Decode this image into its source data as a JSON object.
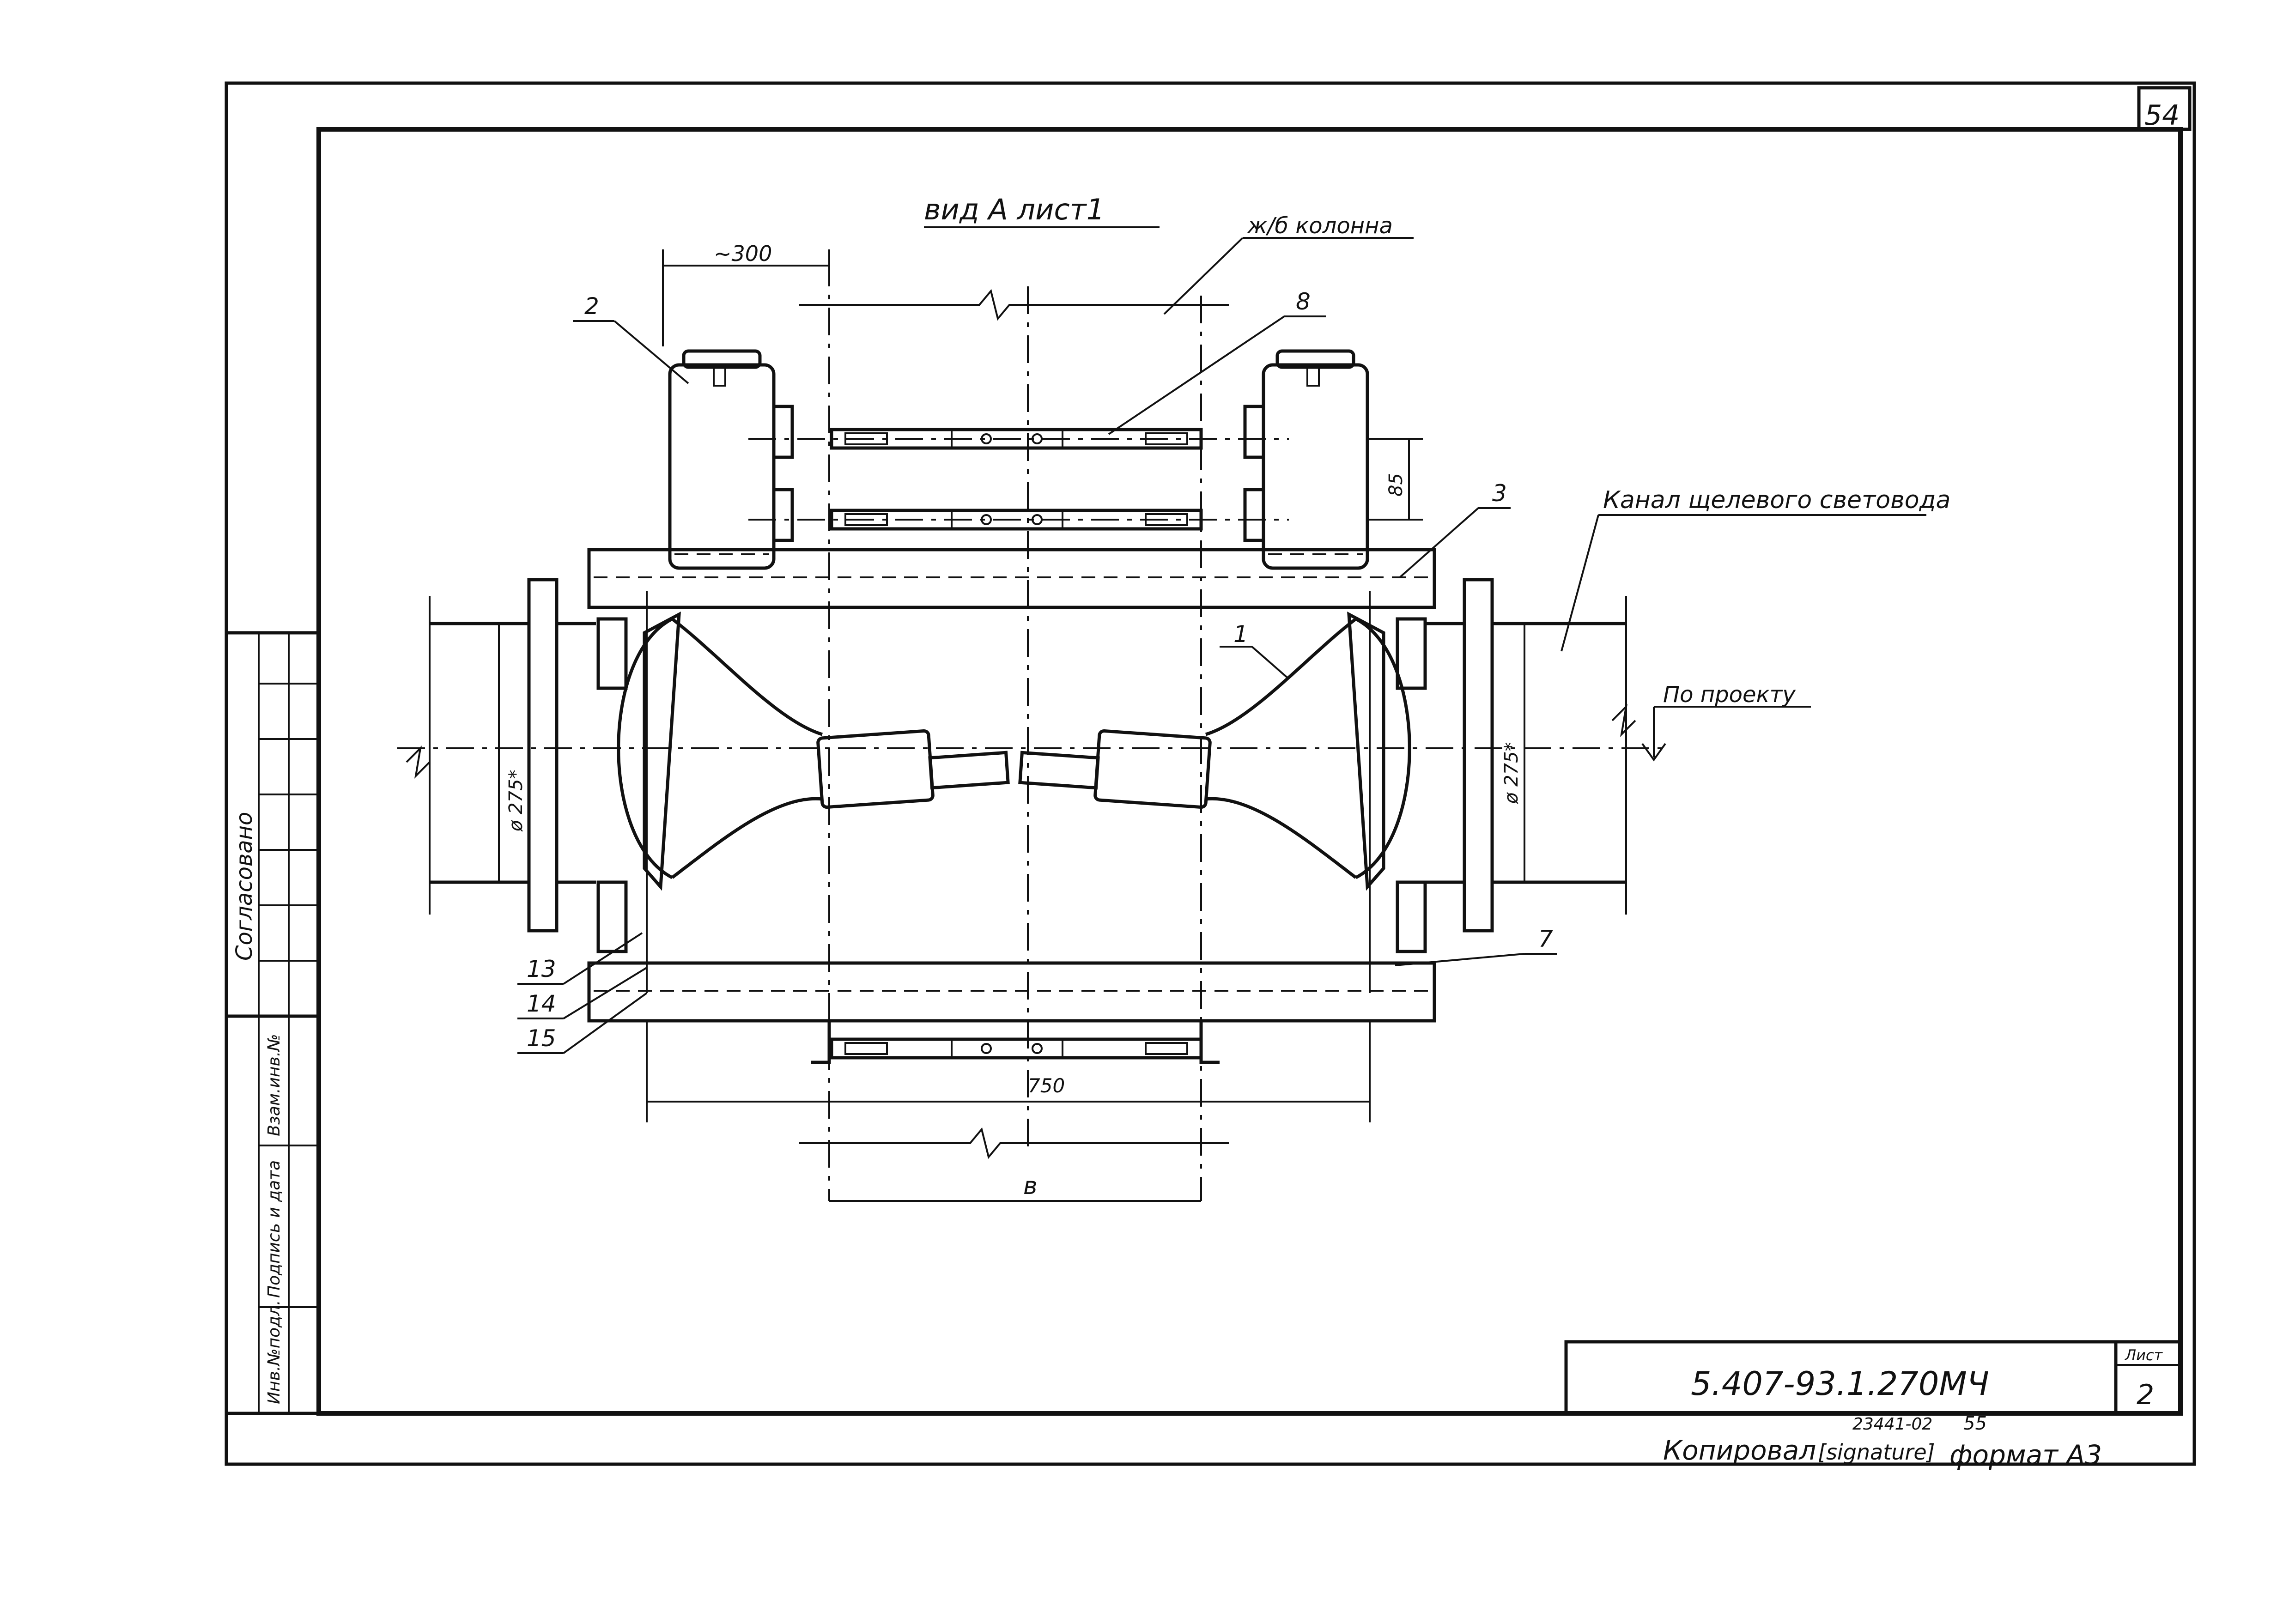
{
  "sheet_number": "54",
  "view_title": "вид А лист1",
  "labels": {
    "column": "ж/б колонна",
    "channel": "Канал щелевого световода",
    "by_project": "По проекту"
  },
  "dimensions": {
    "width_approx": "~300",
    "spacing": "85",
    "diameter_left": "ø 275*",
    "diameter_right": "ø 275*",
    "span": "750",
    "column_width": "в"
  },
  "positions": [
    "1",
    "2",
    "3",
    "7",
    "8",
    "13",
    "14",
    "15"
  ],
  "side_stamp": {
    "agreed": "Согласовано",
    "col1": "Инв.№подл.",
    "col2": "Подпись и дата",
    "col3": "Взам.инв.№"
  },
  "title_block": {
    "designation": "5.407-93.1.270МЧ",
    "sheet_label": "Лист",
    "sheet_value": "2"
  },
  "footer": {
    "copied": "Копировал",
    "copied_sign": "[signature]",
    "order_number": "23441-02",
    "order_suffix": "55",
    "format": "формат А3"
  }
}
